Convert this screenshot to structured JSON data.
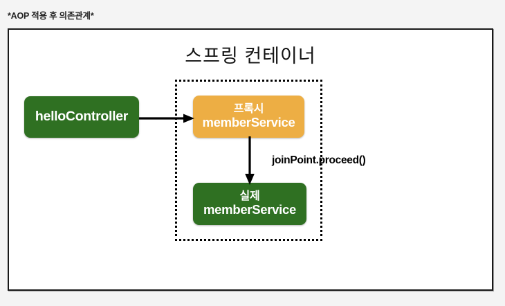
{
  "header": {
    "caption": "*AOP 적용 후 의존관계*"
  },
  "slide": {
    "title": "스프링 컨테이너",
    "container_region_name": "spring-container",
    "nodes": [
      {
        "id": "hello-controller",
        "line1": "",
        "line2": "helloController",
        "single_line": true,
        "color": "#2f7022",
        "text_color": "#ffffff"
      },
      {
        "id": "proxy-member-service",
        "line1": "프록시",
        "line2": "memberService",
        "single_line": false,
        "color": "#edae44",
        "text_color": "#ffffff"
      },
      {
        "id": "real-member-service",
        "line1": "실제",
        "line2": "memberService",
        "single_line": false,
        "color": "#2f7022",
        "text_color": "#ffffff"
      }
    ],
    "annotations": {
      "join_point": "joinPoint.proceed()"
    },
    "arrows": [
      {
        "name": "hello-controller-to-proxy",
        "direction": "right"
      },
      {
        "name": "proxy-to-real-service",
        "direction": "down"
      }
    ]
  },
  "colors": {
    "page_background": "#f4f4f4",
    "frame_background": "#ffffff",
    "frame_border": "#191919",
    "green": "#2f7022",
    "orange": "#edae44",
    "arrow": "#000000",
    "dotted_border": "#000000"
  }
}
